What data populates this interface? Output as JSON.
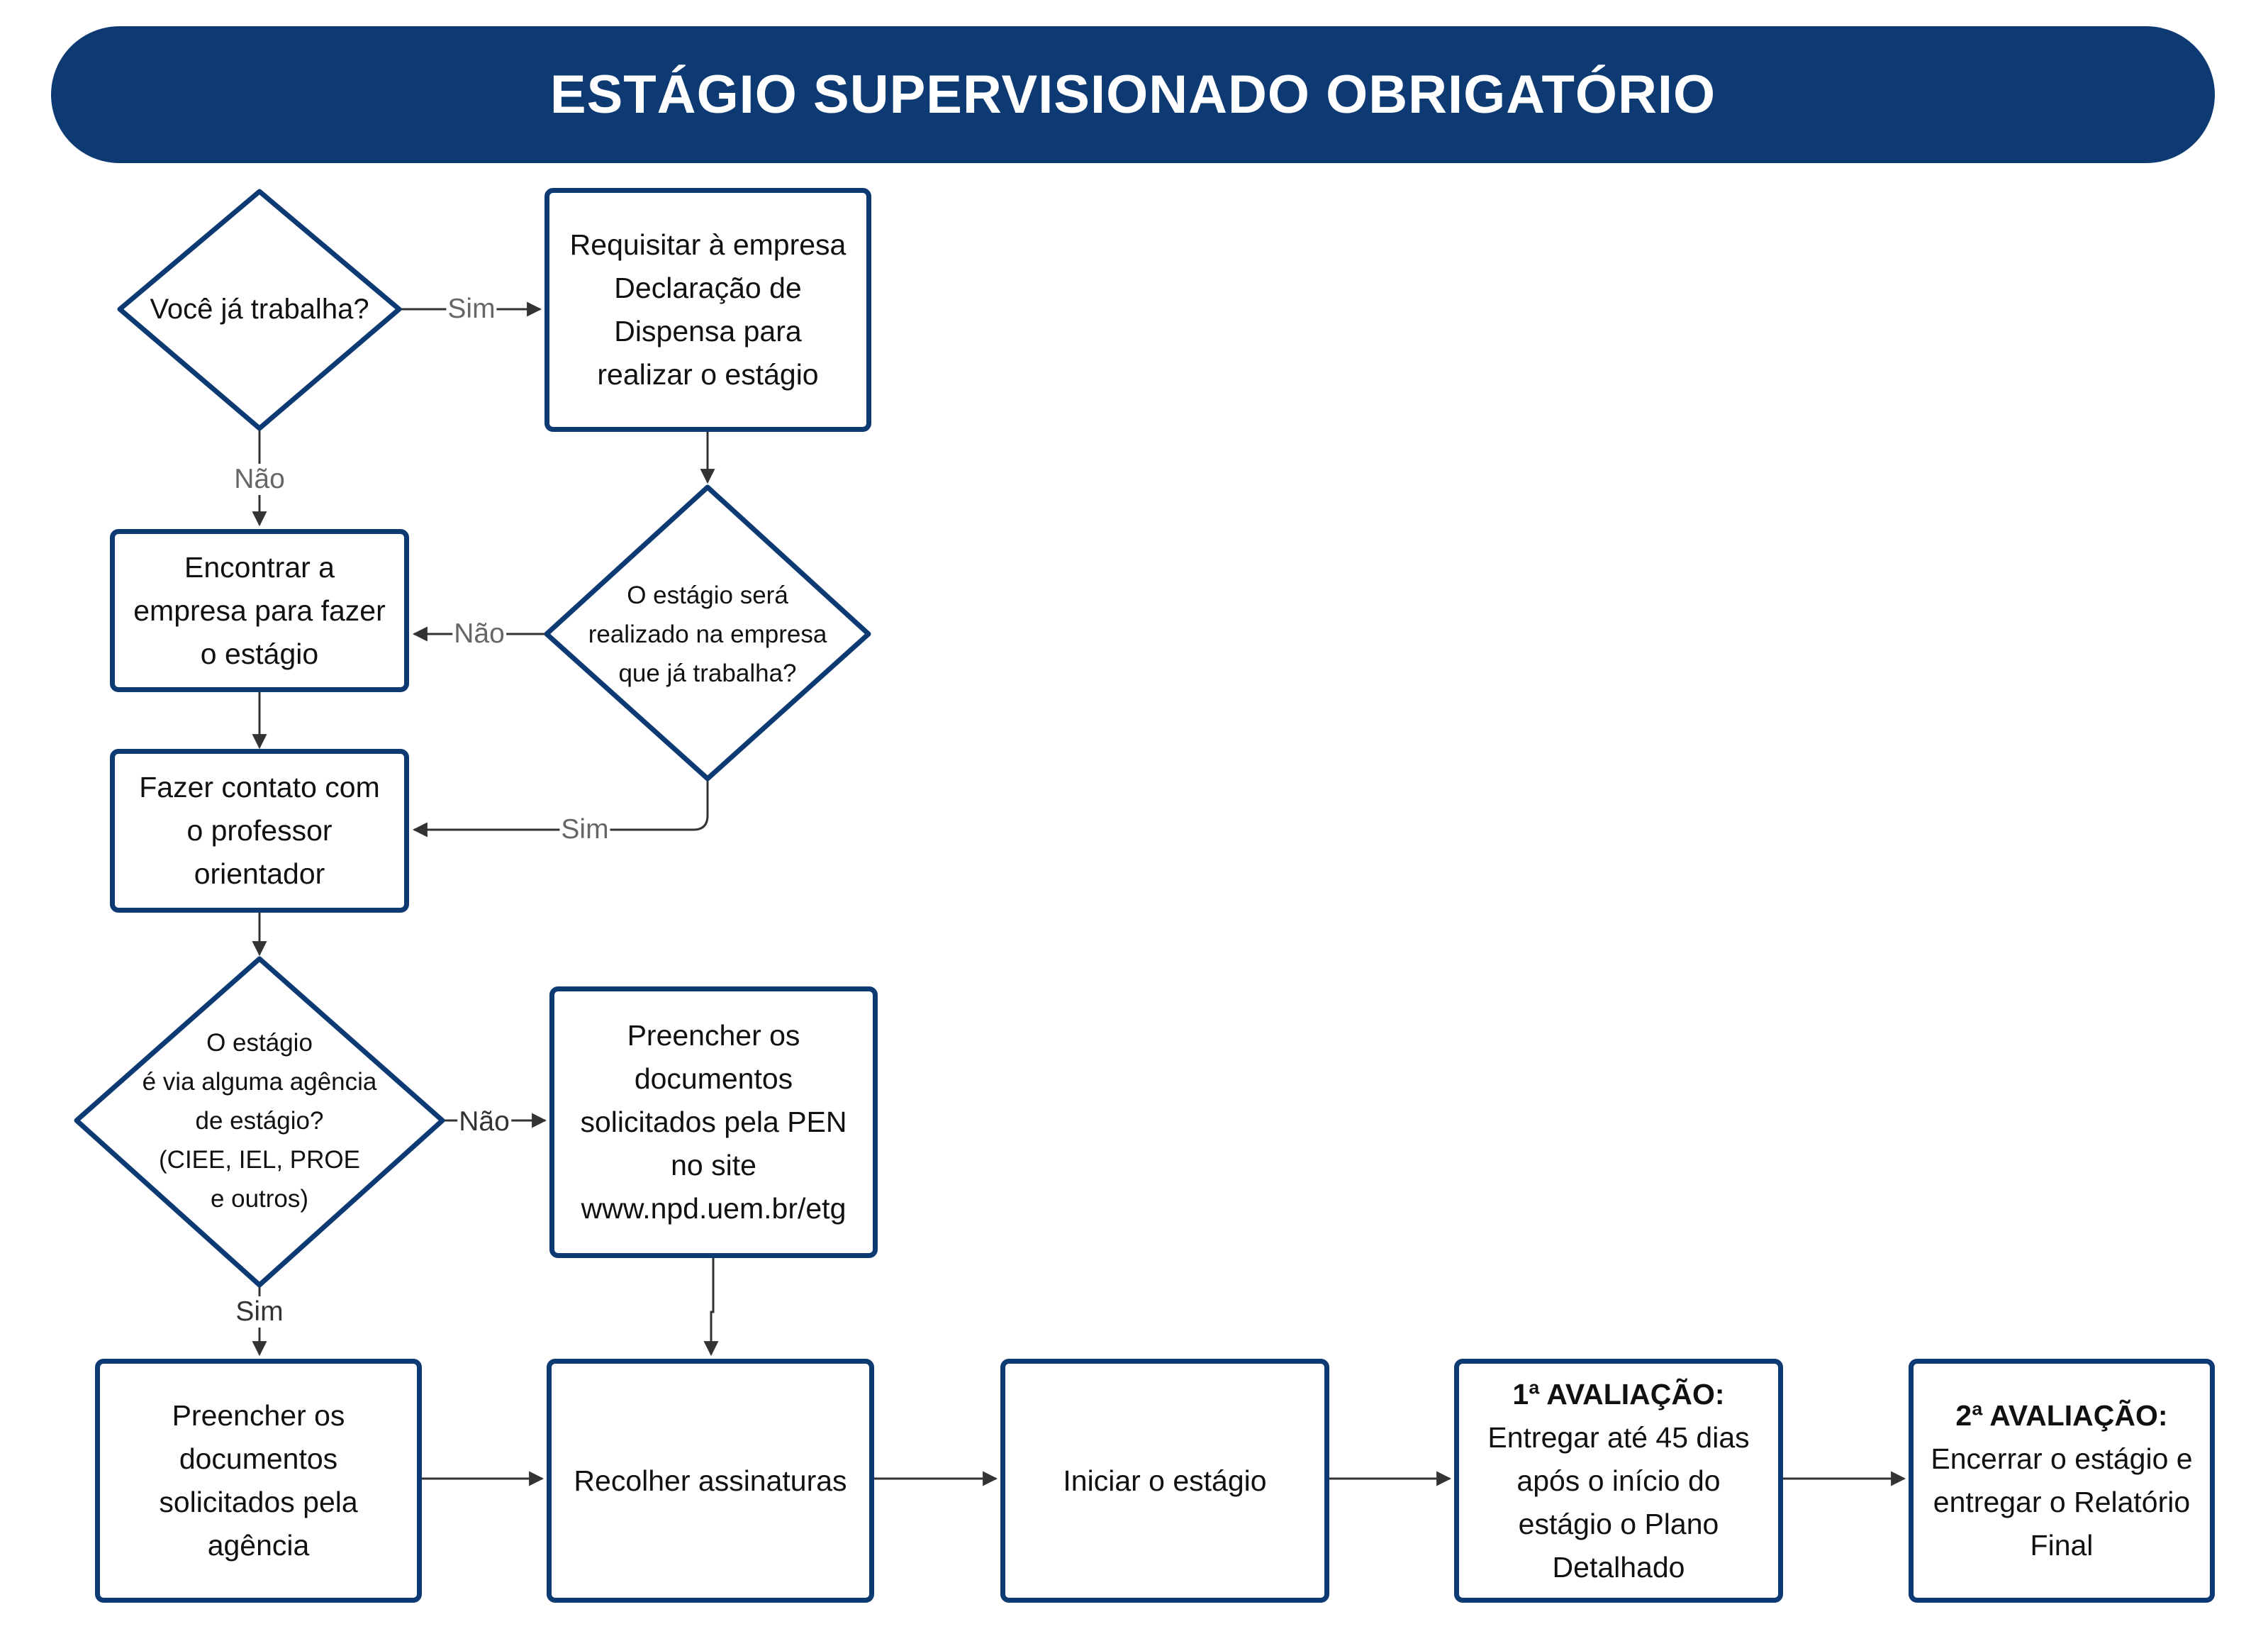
{
  "title": "ESTÁGIO SUPERVISIONADO OBRIGATÓRIO",
  "colors": {
    "primary": "#0d3a72",
    "edge": "#333333",
    "edge_label": "#666666"
  },
  "nodes": {
    "ja_trabalha": "Você já trabalha?",
    "requisitar": "Requisitar à empresa\nDeclaração de\nDispensa para\nrealizar o estágio",
    "empresa_trabalha": "O estágio será\nrealizado na empresa\nque já trabalha?",
    "encontrar": "Encontrar a\nempresa para fazer\no estágio",
    "contato": "Fazer contato com\no professor\norientador",
    "via_agencia": "O estágio\né via alguma agência\nde estágio?\n(CIEE, IEL, PROE\ne outros)",
    "preencher_pen": "Preencher  os\ndocumentos\nsolicitados pela PEN\nno site\nwww.npd.uem.br/etg",
    "preencher_agencia": "Preencher os\ndocumentos\nsolicitados pela\nagência",
    "recolher": "Recolher assinaturas",
    "iniciar": "Iniciar o estágio",
    "aval1_title": "1ª AVALIAÇÃO:",
    "aval1_text": "Entregar até 45 dias\napós o início do\nestágio o Plano\nDetalhado",
    "aval2_title": "2ª AVALIAÇÃO:",
    "aval2_text": "Encerrar o estágio e\nentregar o Relatório\nFinal"
  },
  "edge_labels": {
    "sim_1": "Sim",
    "nao_1": "Não",
    "nao_2": "Não",
    "sim_2": "Sim",
    "nao_3": "Não",
    "sim_3": "Sim"
  }
}
